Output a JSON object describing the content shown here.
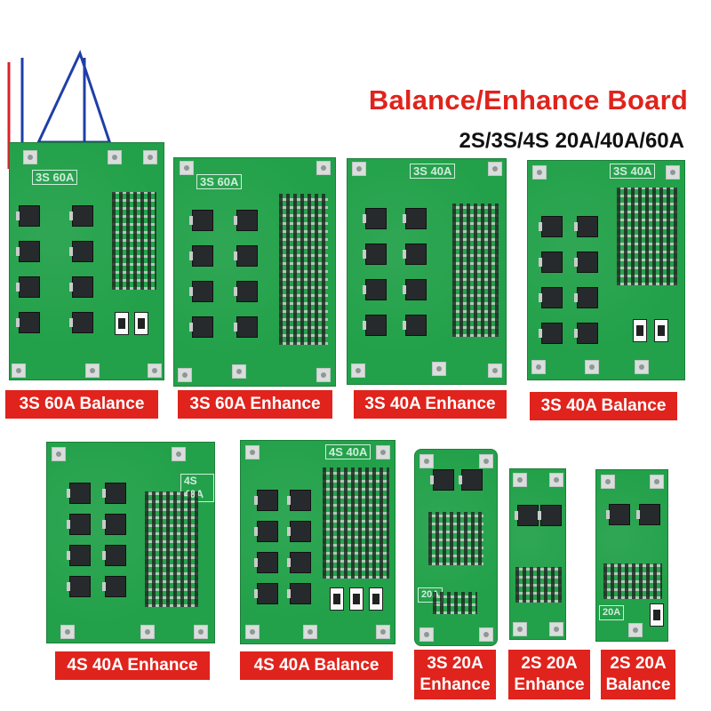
{
  "header": {
    "title": "Balance/Enhance Board",
    "subtitle": "2S/3S/4S 20A/40A/60A"
  },
  "colors": {
    "title_red": "#e0231c",
    "caption_bg": "#e0231c",
    "pcb_green": "#23a14a",
    "logo_stroke": "#1f3fa8",
    "logo_accent": "#d8232a"
  },
  "logo": {
    "icon": "letters-u-a-logo"
  },
  "boards": [
    {
      "silkscreen": "3S 60A",
      "caption": "3S 60A Balance"
    },
    {
      "silkscreen": "3S 60A",
      "caption": "3S 60A Enhance"
    },
    {
      "silkscreen": "3S 40A",
      "caption": "3S 40A Enhance"
    },
    {
      "silkscreen": "3S 40A",
      "caption": "3S 40A Balance"
    },
    {
      "silkscreen": "4S 40A",
      "caption": "4S 40A Enhance"
    },
    {
      "silkscreen": "4S 40A",
      "caption": "4S 40A Balance"
    },
    {
      "silkscreen": "20A",
      "caption_lines": [
        "3S 20A",
        "Enhance"
      ]
    },
    {
      "silkscreen": "",
      "caption_lines": [
        "2S 20A",
        "Enhance"
      ]
    },
    {
      "silkscreen": "20A",
      "caption_lines": [
        "2S 20A",
        "Balance"
      ]
    }
  ]
}
